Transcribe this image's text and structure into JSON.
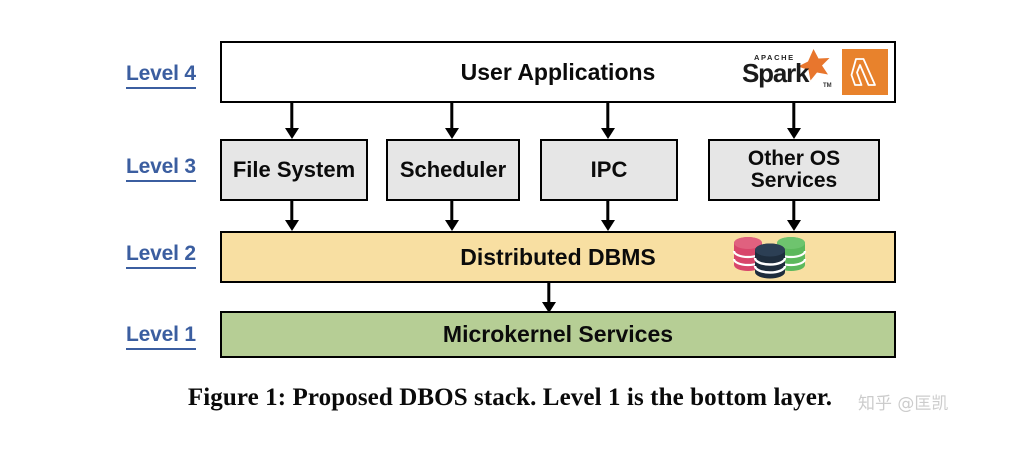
{
  "figure": {
    "caption": "Figure 1: Proposed DBOS stack. Level 1 is the bottom layer.",
    "watermark": "知乎 @匡凯"
  },
  "levels": [
    {
      "id": "level-4",
      "label": "Level 4"
    },
    {
      "id": "level-3",
      "label": "Level 3"
    },
    {
      "id": "level-2",
      "label": "Level 2"
    },
    {
      "id": "level-1",
      "label": "Level 1"
    }
  ],
  "boxes": {
    "user_applications": {
      "label": "User Applications",
      "fill": "#ffffff",
      "level": "Level 4"
    },
    "level3": [
      {
        "label": "File System",
        "fill": "#e6e6e6"
      },
      {
        "label": "Scheduler",
        "fill": "#e6e6e6"
      },
      {
        "label": "IPC",
        "fill": "#e6e6e6"
      },
      {
        "label": "Other OS",
        "label2": "Services",
        "fill": "#e6e6e6"
      }
    ],
    "distributed_dbms": {
      "label": "Distributed DBMS",
      "fill": "#f8dfa2",
      "level": "Level 2"
    },
    "microkernel_services": {
      "label": "Microkernel Services",
      "fill": "#b6ce95",
      "level": "Level 1"
    }
  },
  "logos": {
    "spark": {
      "name": "apache-spark-logo",
      "apache_text": "APACHE",
      "word": "Spark",
      "tm": "TM",
      "star_color": "#e8762d",
      "text_color": "#1b1b1b"
    },
    "lambda": {
      "name": "aws-lambda-logo",
      "glyph": "λ",
      "background": "#e8822c",
      "stroke": "#ffffff"
    },
    "database_stack": {
      "name": "database-stack-icon",
      "cylinders": [
        {
          "color": "#d8466b"
        },
        {
          "color": "#1e2d3d"
        },
        {
          "color": "#5cb85c"
        }
      ]
    }
  },
  "colors": {
    "level_label": "#3b5ea0",
    "box_border": "#000000",
    "level4_fill": "#ffffff",
    "level3_fill": "#e6e6e6",
    "level2_fill": "#f8dfa2",
    "level1_fill": "#b6ce95",
    "caption_text": "#0a0a0a",
    "watermark_text": "#b9b9b9"
  }
}
